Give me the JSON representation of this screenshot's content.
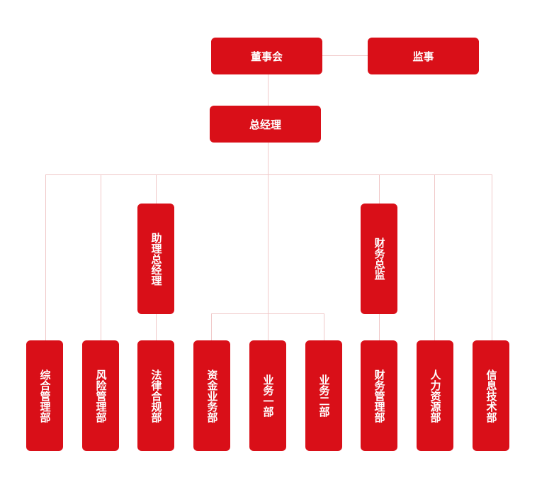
{
  "org_chart": {
    "top": {
      "board": "董事会",
      "supervisor": "监事",
      "gm": "总经理"
    },
    "middle": {
      "assistant_gm": "助理总经理",
      "cfo": "财务总监"
    },
    "departments": [
      "综合管理部",
      "风险管理部",
      "法律合规部",
      "资金业务部",
      "业务一部",
      "业务二部",
      "财务管理部",
      "人力资源部",
      "信息技术部"
    ]
  },
  "colors": {
    "node_red": "#d90f18",
    "connector": "#f0c8c8",
    "text": "#ffffff"
  }
}
